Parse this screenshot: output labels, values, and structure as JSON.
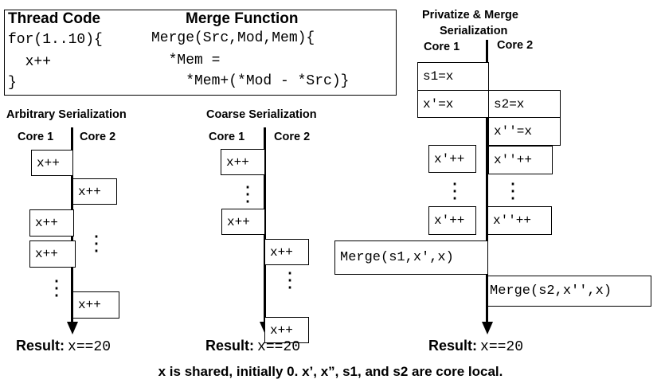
{
  "code_box": {
    "thread_title": "Thread Code",
    "thread_lines": [
      "for(1..10){",
      "  x++",
      "}"
    ],
    "merge_title": "Merge Function",
    "merge_lines": [
      "Merge(Src,Mod,Mem){",
      "  *Mem =",
      "    *Mem+(*Mod - *Src)}"
    ]
  },
  "arbitrary": {
    "title": "Arbitrary Serialization",
    "core1": "Core 1",
    "core2": "Core 2",
    "op": "x++",
    "dots": "⋮",
    "result_label": "Result:",
    "result_value": "x==20"
  },
  "coarse": {
    "title": "Coarse Serialization",
    "core1": "Core 1",
    "core2": "Core 2",
    "op": "x++",
    "dots": "⋮",
    "result_label": "Result:",
    "result_value": "x==20"
  },
  "privatize": {
    "title_line1": "Privatize & Merge",
    "title_line2": "Serialization",
    "core1": "Core 1",
    "core2": "Core 2",
    "ops": {
      "s1": "s1=x",
      "xp": "x′=x",
      "s2": "s2=x",
      "xpp": "x′′=x",
      "xp_inc": "x′++",
      "xpp_inc": "x′′++",
      "merge1": "Merge(s1,x′,x)",
      "merge2": "Merge(s2,x′′,x)"
    },
    "dots": "⋮",
    "result_label": "Result:",
    "result_value": "x==20"
  },
  "footer": "x is shared, initially 0. x’, x”, s1, and s2 are core local."
}
